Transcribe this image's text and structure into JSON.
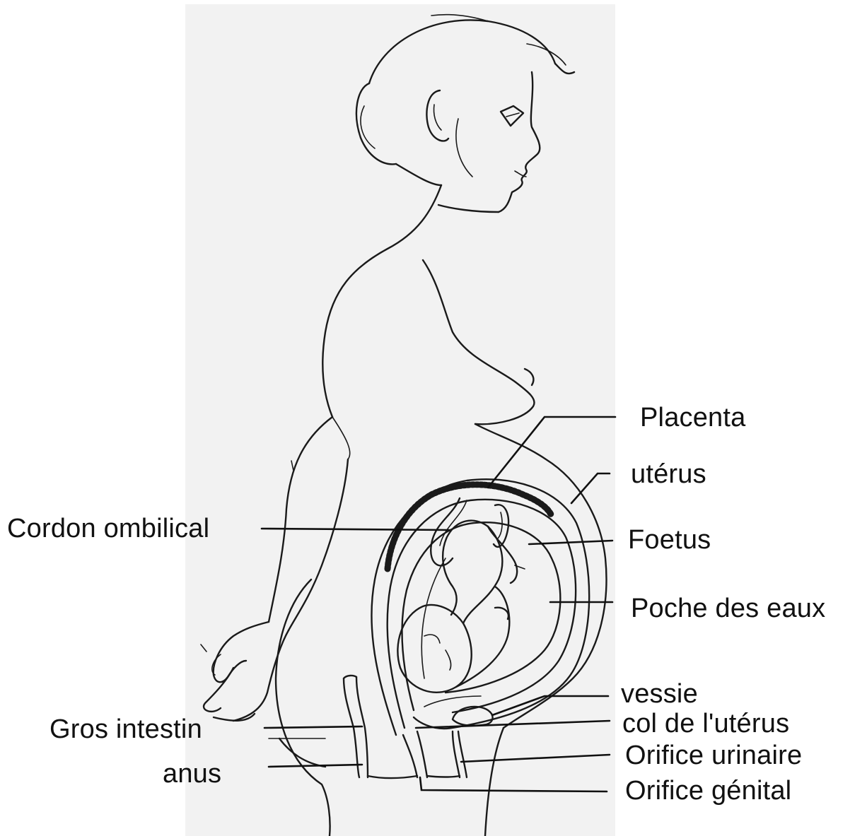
{
  "labels": {
    "placenta": "Placenta",
    "uterus": "utérus",
    "cordon": "Cordon ombilical",
    "foetus": "Foetus",
    "poche": "Poche des eaux",
    "vessie": "vessie",
    "col": "col de l'utérus",
    "gros_intestin": "Gros intestin",
    "orifice_urinaire": "Orifice urinaire",
    "anus": "anus",
    "orifice_genital": "Orifice génital"
  },
  "colors": {
    "ink": "#1a1a1a",
    "paper": "#f2f2f2",
    "background": "#ffffff"
  }
}
